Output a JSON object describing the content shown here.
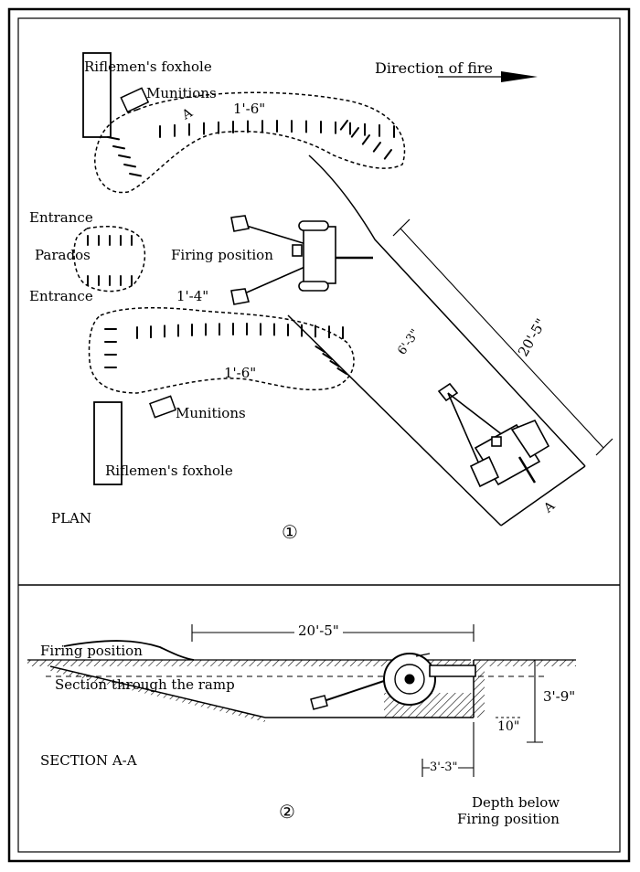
{
  "plan": {
    "labels": {
      "riflemen_top": "Riflemen's foxhole",
      "munitions_top": "Munitions",
      "direction_of_fire": "Direction of fire",
      "section_marker_top": "A",
      "dim_top_parapet": "1'-6\"",
      "entrance_top": "Entrance",
      "parados": "Parados",
      "firing_position": "Firing position",
      "entrance_bottom": "Entrance",
      "dim_entrance": "1'-4\"",
      "dim_bottom_parapet": "1'-6\"",
      "munitions_bottom": "Munitions",
      "riflemen_bottom": "Riflemen's foxhole",
      "dim_ramp_width": "6'-3\"",
      "dim_ramp_length": "20'-5\"",
      "section_marker_bottom": "A",
      "title": "PLAN",
      "figure_number": "①"
    }
  },
  "section": {
    "labels": {
      "dim_length": "20'-5\"",
      "firing_position": "Firing position",
      "section_through_ramp": "Section through the ramp",
      "dim_depth": "3'-9\"",
      "dim_pit": "10\"",
      "dim_pit_width": "3'-3\"",
      "title": "SECTION A-A",
      "depth_below_line1": "Depth below",
      "depth_below_line2": "Firing position",
      "figure_number": "②"
    }
  }
}
